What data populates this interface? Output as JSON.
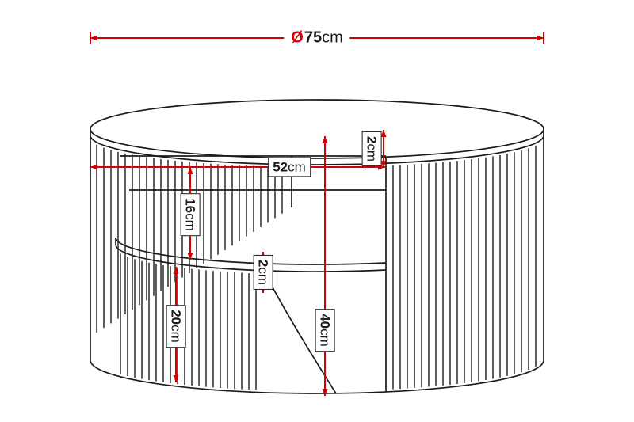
{
  "colors": {
    "dimension": "#d40000",
    "drawing": "#1b1b1b",
    "background": "#ffffff"
  },
  "dimensions": {
    "diameter": {
      "symbol": "Ø",
      "value": "75",
      "unit": "cm"
    },
    "top_thickness": {
      "value": "2",
      "unit": "cm"
    },
    "opening_width": {
      "value": "52",
      "unit": "cm"
    },
    "opening_height": {
      "value": "16",
      "unit": "cm"
    },
    "shelf_thickness": {
      "value": "2",
      "unit": "cm"
    },
    "base_height": {
      "value": "20",
      "unit": "cm"
    },
    "total_height": {
      "value": "40",
      "unit": "cm"
    }
  }
}
